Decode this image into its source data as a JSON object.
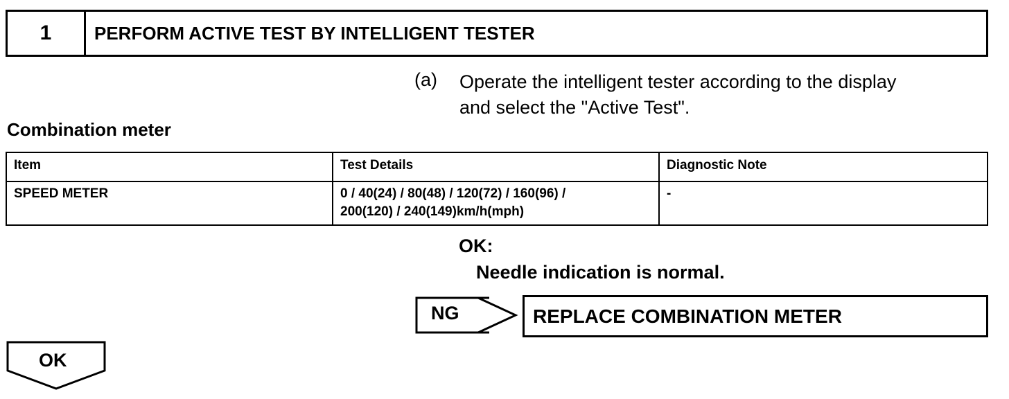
{
  "step": {
    "number": "1",
    "title": "PERFORM ACTIVE TEST BY INTELLIGENT TESTER"
  },
  "instruction": {
    "marker": "(a)",
    "line1": "Operate the intelligent tester according to the display",
    "line2": "and select the \"Active Test\"."
  },
  "section_title": "Combination meter",
  "table": {
    "headers": [
      "Item",
      "Test Details",
      "Diagnostic Note"
    ],
    "rows": [
      {
        "item": "SPEED METER",
        "details_line1": "0 / 40(24) / 80(48) / 120(72) / 160(96) /",
        "details_line2": "200(120) / 240(149)km/h(mph)",
        "note": "-"
      }
    ]
  },
  "result": {
    "ok_label": "OK:",
    "ok_text": "Needle indication is normal."
  },
  "ng_branch": {
    "label": "NG",
    "action": "REPLACE COMBINATION METER"
  },
  "ok_branch": {
    "label": "OK"
  }
}
